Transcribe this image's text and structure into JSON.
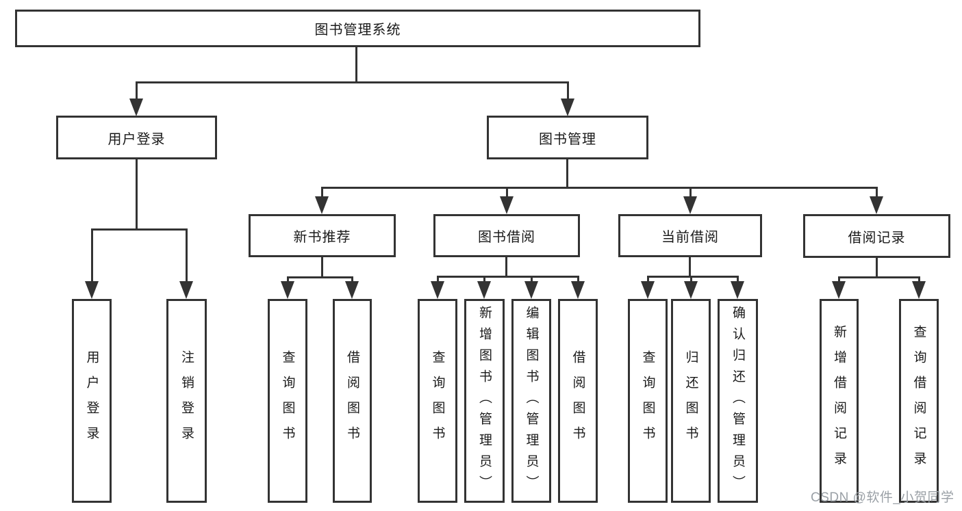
{
  "nodes": {
    "root": "图书管理系统",
    "user_login": "用户登录",
    "book_mgmt": "图书管理",
    "new_book_rec": "新书推荐",
    "book_borrow": "图书借阅",
    "current_borrow": "当前借阅",
    "borrow_record": "借阅记录"
  },
  "leaves": {
    "user_login": [
      "用户登录",
      "注销登录"
    ],
    "new_book_rec": [
      "查询图书",
      "借阅图书"
    ],
    "book_borrow": [
      "查询图书",
      "新增图书（管理员）",
      "编辑图书（管理员）",
      "借阅图书"
    ],
    "current_borrow": [
      "查询图书",
      "归还图书",
      "确认归还（管理员）"
    ],
    "borrow_record": [
      "新增借阅记录",
      "查询借阅记录"
    ]
  },
  "watermark": "CSDN @软件_小贺同学",
  "colors": {
    "line": "#333333",
    "text": "#1a1a1a",
    "watermark": "#9aa0a6",
    "background": "#ffffff"
  }
}
